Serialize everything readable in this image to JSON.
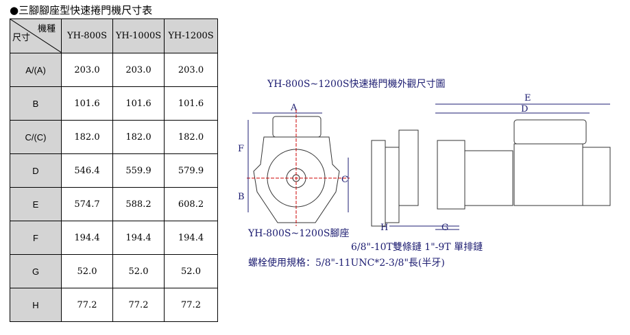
{
  "title": "●三腳腳座型快速捲門機尺寸表",
  "table": {
    "corner_top": "機種",
    "corner_bottom": "尺寸",
    "models": [
      "YH-800S",
      "YH-1000S",
      "YH-1200S"
    ],
    "rows": [
      {
        "dim": "A/(A)",
        "values": [
          "203.0",
          "203.0",
          "203.0"
        ]
      },
      {
        "dim": "B",
        "values": [
          "101.6",
          "101.6",
          "101.6"
        ]
      },
      {
        "dim": "C/(C)",
        "values": [
          "182.0",
          "182.0",
          "182.0"
        ]
      },
      {
        "dim": "D",
        "values": [
          "546.4",
          "559.9",
          "579.9"
        ]
      },
      {
        "dim": "E",
        "values": [
          "574.7",
          "588.2",
          "608.2"
        ]
      },
      {
        "dim": "F",
        "values": [
          "194.4",
          "194.4",
          "194.4"
        ]
      },
      {
        "dim": "G",
        "values": [
          "52.0",
          "52.0",
          "52.0"
        ]
      },
      {
        "dim": "H",
        "values": [
          "77.2",
          "77.2",
          "77.2"
        ]
      }
    ]
  },
  "drawing": {
    "title": "YH-800S~1200S快速捲門機外觀尺寸圖",
    "base_label": "YH-800S~1200S腳座",
    "chain_label": "6/8\"-10T雙條鏈 1\"-9T 單排鏈",
    "bolt_label": "螺栓使用規格：5/8\"-11UNC*2-3/8\"長(半牙)",
    "dims": {
      "A": "A",
      "B": "B",
      "C": "C",
      "D": "D",
      "E": "E",
      "F": "F",
      "G": "G",
      "H": "H"
    }
  }
}
